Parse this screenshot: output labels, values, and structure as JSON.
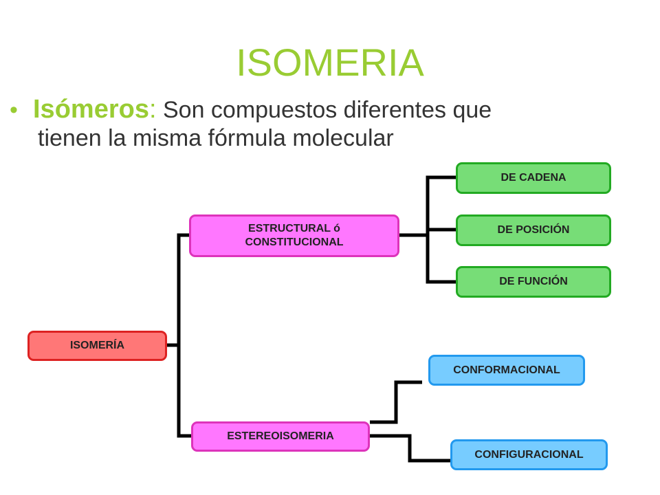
{
  "slide": {
    "title": "ISOMERIA",
    "bullet": {
      "symbol": "•",
      "term": "Isómeros",
      "colon": ":",
      "text_line1": " Son compuestos diferentes que",
      "text_line2": "tienen la misma fórmula molecular"
    }
  },
  "diagram": {
    "root": "ISOMERÍA",
    "branches": {
      "structural": {
        "label_line1": "ESTRUCTURAL ó",
        "label_line2": "CONSTITUCIONAL",
        "children": [
          "DE CADENA",
          "DE POSICIÓN",
          "DE FUNCIÓN"
        ]
      },
      "stereo": {
        "label": "ESTEREOISOMERIA",
        "children": [
          "CONFORMACIONAL",
          "CONFIGURACIONAL"
        ]
      }
    },
    "colors": {
      "title": "#99cc33",
      "root": "#ff7777",
      "level1": "#ff77ff",
      "structural_children": "#77dd77",
      "stereo_children": "#77ccff",
      "connector": "#000000"
    }
  }
}
